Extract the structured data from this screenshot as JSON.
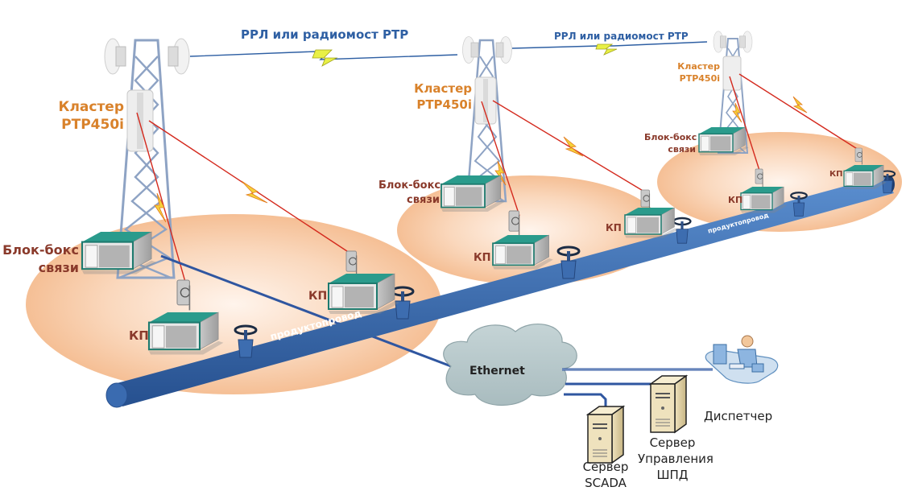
{
  "title": "Схема сети связи продуктопровода",
  "colors": {
    "link_label": "#2e5fa3",
    "cluster_label": "#d9822b",
    "site_label": "#8a3a2b",
    "pipeline": "#2f5d9e",
    "zone_fill": "#f7c9a3",
    "radio_link": "#e8f046",
    "rf_line": "#d42a1e",
    "ethernet_line": "#2f56a0",
    "cloud": "#b4c6c9"
  },
  "links": [
    {
      "label": "РРЛ или радиомост PTP"
    },
    {
      "label": "РРЛ или радиомост PTP"
    }
  ],
  "towers": [
    {
      "cluster_label_line1": "Кластер",
      "cluster_label_line2": "PTP450i",
      "block_box_line1": "Блок-бокс",
      "block_box_line2": "связи"
    },
    {
      "cluster_label_line1": "Кластер",
      "cluster_label_line2": "PTP450i",
      "block_box_line1": "Блок-бокс",
      "block_box_line2": "связи"
    },
    {
      "cluster_label_line1": "Кластер",
      "cluster_label_line2": "PTP450i",
      "block_box_line1": "Блок-бокс",
      "block_box_line2": "связи"
    }
  ],
  "control_points": [
    {
      "label": "КП"
    },
    {
      "label": "КП"
    },
    {
      "label": "КП"
    },
    {
      "label": "КП"
    },
    {
      "label": "КП"
    },
    {
      "label": "КП"
    }
  ],
  "pipeline": {
    "label": "продуктопровод"
  },
  "network": {
    "cloud_label": "Ethernet",
    "scada_server": {
      "line1": "Сервер",
      "line2": "SCADA"
    },
    "mgmt_server": {
      "line1": "Сервер",
      "line2": "Управления",
      "line3": "ШПД"
    },
    "dispatcher": {
      "label": "Диспетчер"
    }
  }
}
